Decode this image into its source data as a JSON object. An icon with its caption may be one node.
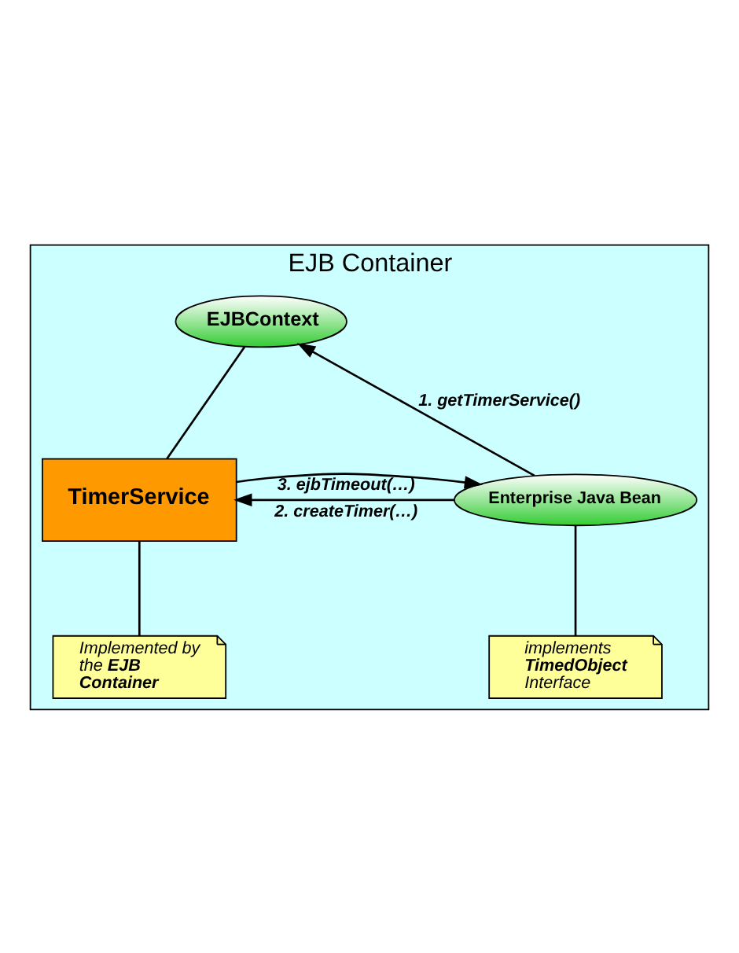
{
  "diagram": {
    "nodes": [
      {
        "text": [
          "EJB Container"
        ]
      },
      {
        "text": [
          "EJBContext"
        ],
        "in": 0
      },
      {
        "text": [
          "Enterprise Java Bean"
        ],
        "in": 0
      },
      {
        "text": [
          "TimerService"
        ],
        "in": 0
      },
      {
        "text": [
          "implements **TimedObject** Interface"
        ],
        "in": 0
      },
      {
        "text": [
          "Implemented by the **EJB Container**"
        ],
        "in": 0
      }
    ],
    "edges": [
      {
        "from": 2,
        "to": 1,
        "arrow": "to",
        "label": "1. getTimerService()"
      },
      {
        "from": 2,
        "to": 3,
        "arrow": "to",
        "label": "2. createTimer(…)"
      },
      {
        "from": 3,
        "to": 2,
        "arrow": "to",
        "label": "3. ejbTimeout(…)"
      },
      {
        "from": 3,
        "to": 1,
        "arrow": "none"
      },
      {
        "from": 4,
        "to": 2,
        "arrow": "none"
      },
      {
        "from": 5,
        "to": 3,
        "arrow": "none"
      }
    ]
  }
}
